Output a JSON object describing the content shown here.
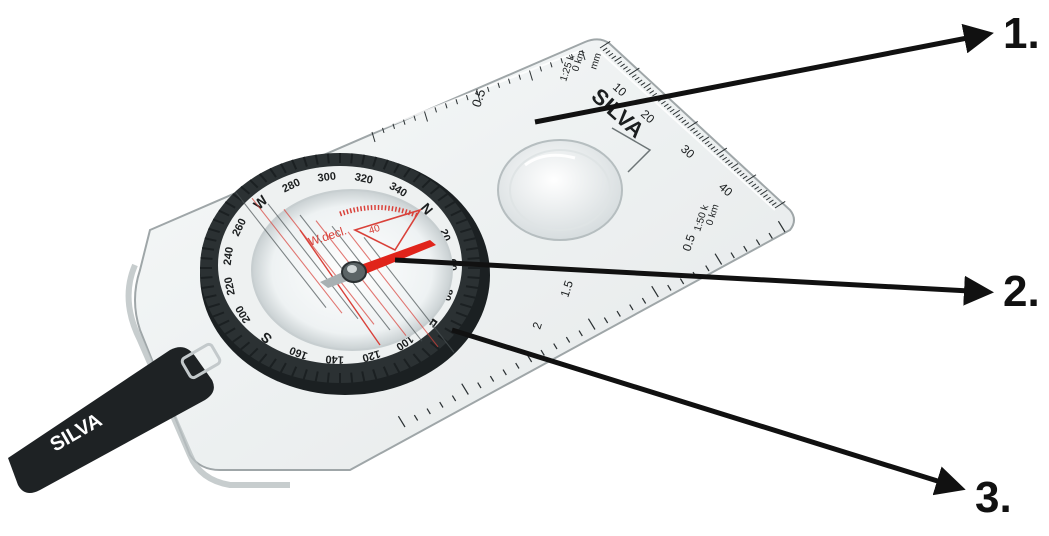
{
  "colors": {
    "bezel": "#2b3133",
    "bezel_ridge": "#1b2022",
    "baseplate": "#eef1f1",
    "baseplate_edge": "#9aa2a4",
    "needle": "#e0241b",
    "orienting_lines": "#d9413a",
    "strap": "#1e2224",
    "arrow": "#111111",
    "text_dark": "#1b1e1f",
    "text_light": "#ffffff"
  },
  "callouts": [
    {
      "label": "1."
    },
    {
      "label": "2."
    },
    {
      "label": "3."
    }
  ],
  "compass": {
    "brand": "SILVA",
    "strap_brand": "SILVA",
    "bezel_labels": [
      "W",
      "280",
      "300",
      "320",
      "340",
      "N",
      "20",
      "60",
      "80",
      "E",
      "100",
      "120",
      "140",
      "160",
      "S",
      "200",
      "220",
      "240",
      "260"
    ],
    "declination_label": "W.decl.",
    "declination_value": "40",
    "scale_top": {
      "values": [
        "0.5",
        "10",
        "20",
        "30",
        "40"
      ],
      "unit_ratio": "1:25 k",
      "unit": "0 km"
    },
    "scale_right": {
      "values": [
        "0.5",
        "1.5",
        "2"
      ],
      "unit_ratio": "1:50 k",
      "unit": "0 km"
    },
    "ruler_unit": "mm"
  }
}
